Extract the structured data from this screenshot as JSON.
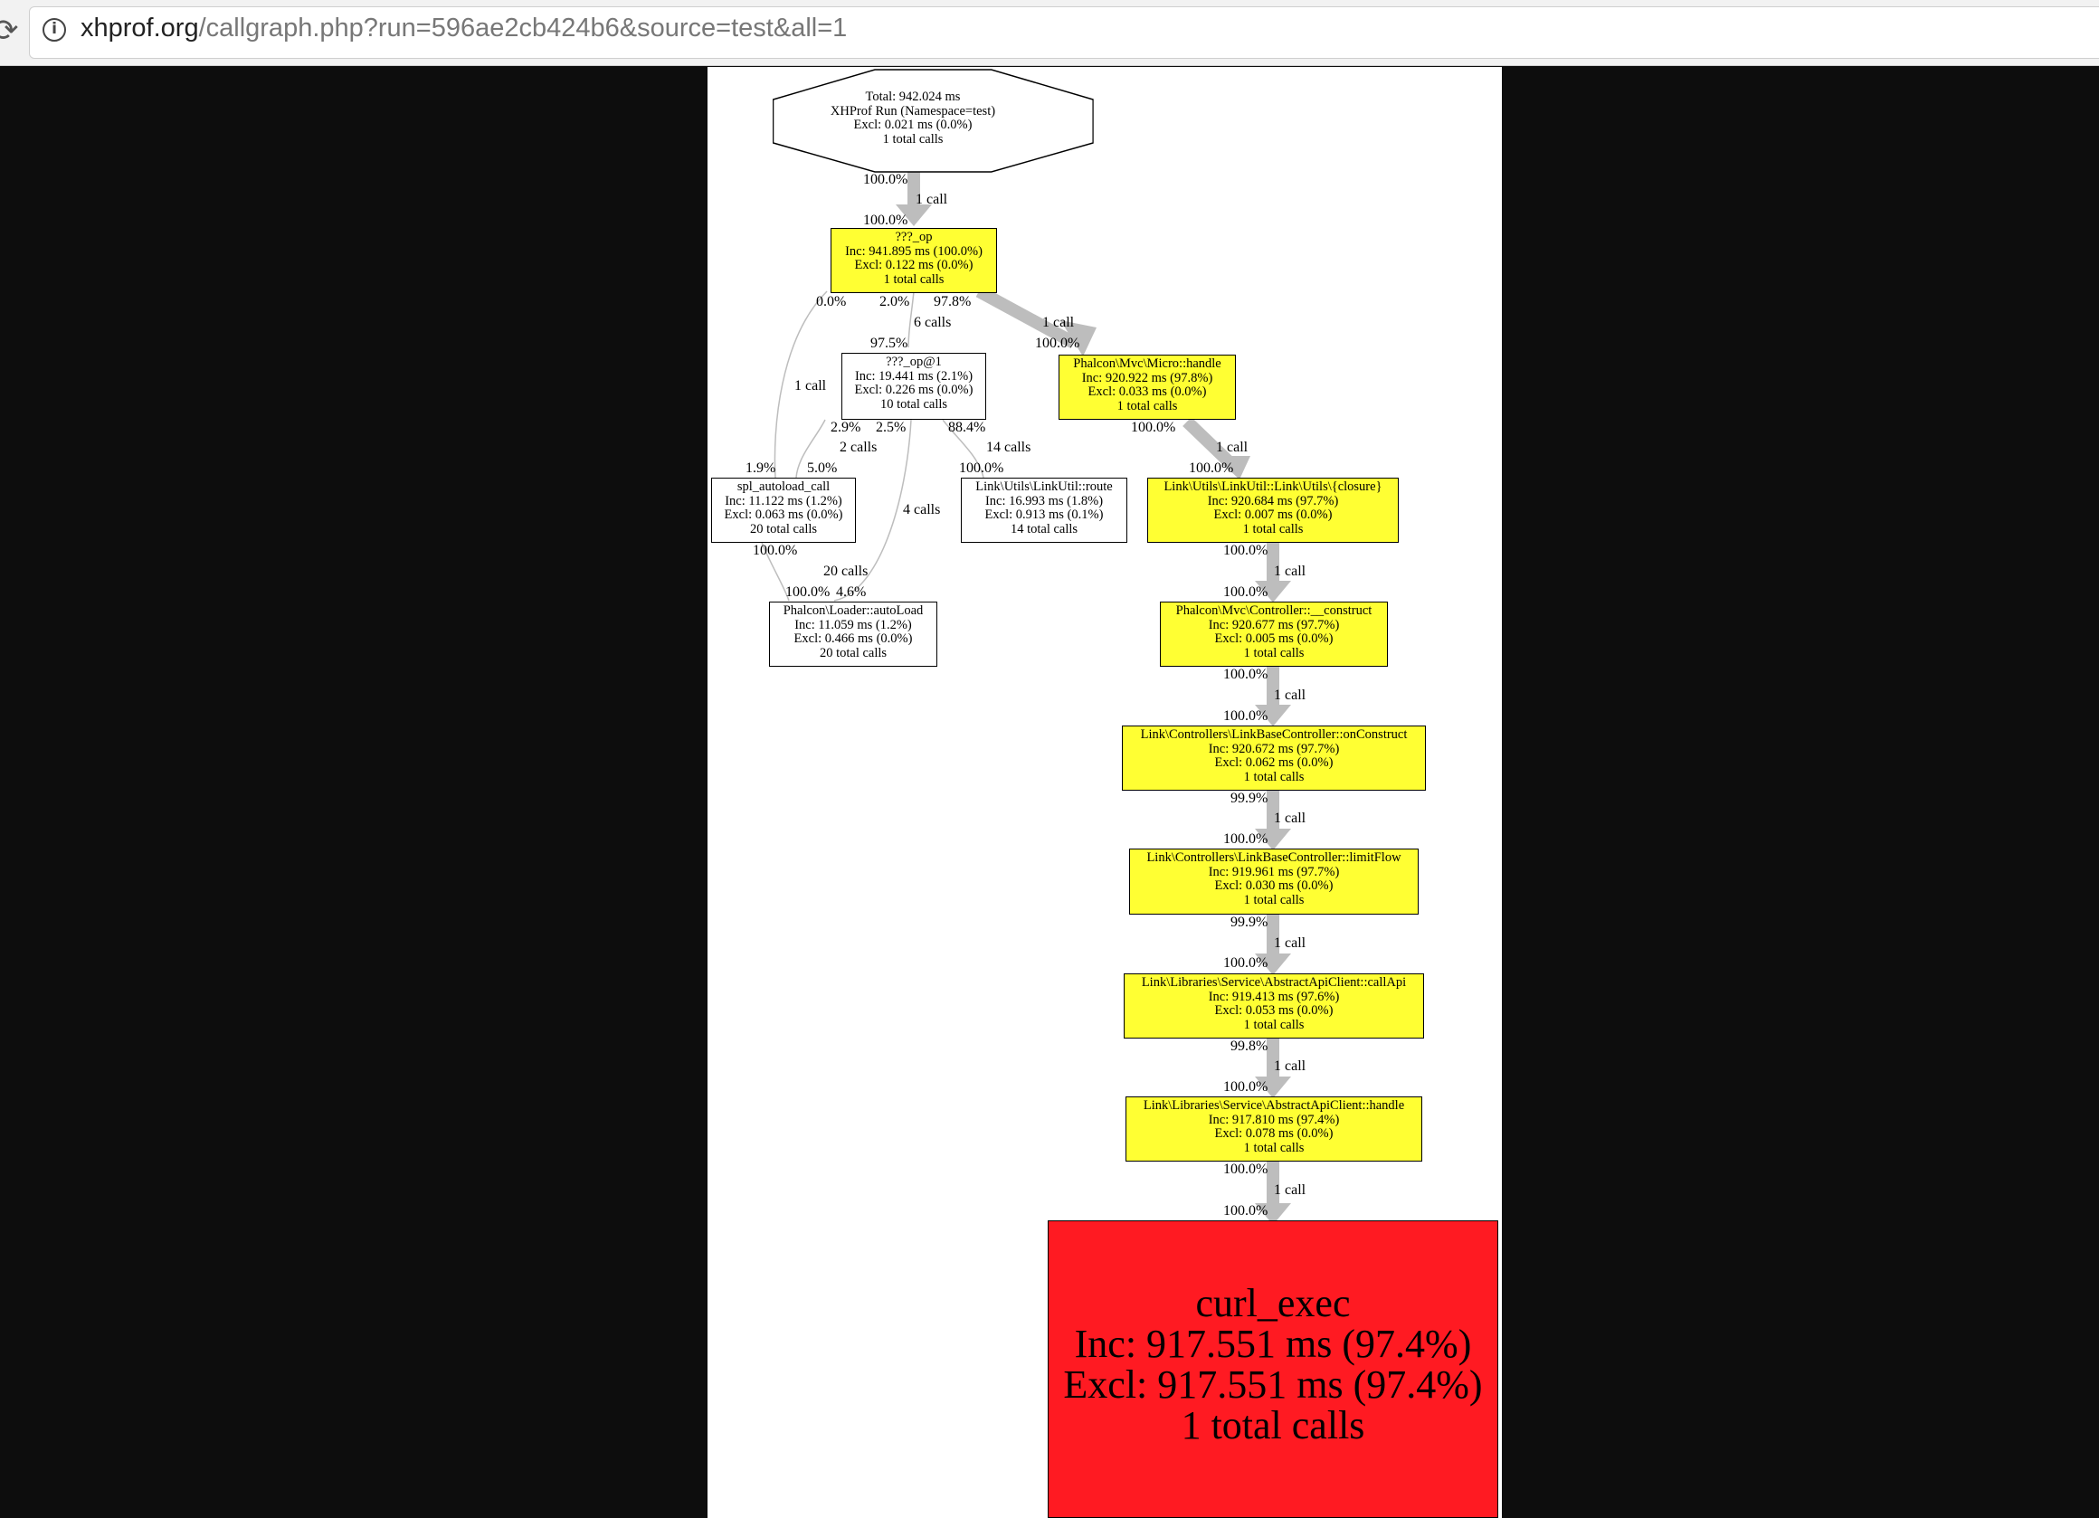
{
  "browser": {
    "url_host": "xhprof.org",
    "url_path": "/callgraph.php?run=596ae2cb424b6&source=test&all=1"
  },
  "graph": {
    "root": [
      "Total: 942.024 ms",
      "XHProf Run (Namespace=test)",
      "Excl: 0.021 ms (0.0%)",
      "1 total calls"
    ],
    "nodes": {
      "op": [
        "???_op",
        "Inc: 941.895 ms (100.0%)",
        "Excl: 0.122 ms (0.0%)",
        "1 total calls"
      ],
      "op1": [
        "???_op@1",
        "Inc: 19.441 ms (2.1%)",
        "Excl: 0.226 ms (0.0%)",
        "10 total calls"
      ],
      "micro_handle": [
        "Phalcon\\Mvc\\Micro::handle",
        "Inc: 920.922 ms (97.8%)",
        "Excl: 0.033 ms (0.0%)",
        "1 total calls"
      ],
      "spl_autoload": [
        "spl_autoload_call",
        "Inc: 11.122 ms (1.2%)",
        "Excl: 0.063 ms (0.0%)",
        "20 total calls"
      ],
      "route": [
        "Link\\Utils\\LinkUtil::route",
        "Inc: 16.993 ms (1.8%)",
        "Excl: 0.913 ms (0.1%)",
        "14 total calls"
      ],
      "closure": [
        "Link\\Utils\\LinkUtil::Link\\Utils\\{closure}",
        "Inc: 920.684 ms (97.7%)",
        "Excl: 0.007 ms (0.0%)",
        "1 total calls"
      ],
      "autoload": [
        "Phalcon\\Loader::autoLoad",
        "Inc: 11.059 ms (1.2%)",
        "Excl: 0.466 ms (0.0%)",
        "20 total calls"
      ],
      "construct": [
        "Phalcon\\Mvc\\Controller::__construct",
        "Inc: 920.677 ms (97.7%)",
        "Excl: 0.005 ms (0.0%)",
        "1 total calls"
      ],
      "onconstruct": [
        "Link\\Controllers\\LinkBaseController::onConstruct",
        "Inc: 920.672 ms (97.7%)",
        "Excl: 0.062 ms (0.0%)",
        "1 total calls"
      ],
      "limitflow": [
        "Link\\Controllers\\LinkBaseController::limitFlow",
        "Inc: 919.961 ms (97.7%)",
        "Excl: 0.030 ms (0.0%)",
        "1 total calls"
      ],
      "callapi": [
        "Link\\Libraries\\Service\\AbstractApiClient::callApi",
        "Inc: 919.413 ms (97.6%)",
        "Excl: 0.053 ms (0.0%)",
        "1 total calls"
      ],
      "apihandle": [
        "Link\\Libraries\\Service\\AbstractApiClient::handle",
        "Inc: 917.810 ms (97.4%)",
        "Excl: 0.078 ms (0.0%)",
        "1 total calls"
      ],
      "curl_exec": [
        "curl_exec",
        "Inc: 917.551 ms (97.4%)",
        "Excl: 917.551 ms (97.4%)",
        "1 total calls"
      ]
    },
    "labels": {
      "l1": "100.0%",
      "l2": "1 call",
      "l3": "100.0%",
      "l4": "0.0%",
      "l5": "2.0%",
      "l6": "97.8%",
      "l7": "6 calls",
      "l8": "1 call",
      "l9": "97.5%",
      "l10": "100.0%",
      "l11": "1 call",
      "l12": "2.9%",
      "l13": "2.5%",
      "l14": "88.4%",
      "l15": "2 calls",
      "l16": "14 calls",
      "l17": "100.0%",
      "l18": "1 call",
      "l19": "1.9%",
      "l20": "5.0%",
      "l21": "100.0%",
      "l22": "100.0%",
      "l23": "4 calls",
      "l24": "100.0%",
      "l25": "100.0%",
      "l26": "1 call",
      "l27": "20 calls",
      "l28": "100.0%",
      "l29": "4.6%",
      "l30": "100.0%",
      "l31": "100.0%",
      "l32": "1 call",
      "l33": "100.0%",
      "l34": "99.9%",
      "l35": "1 call",
      "l36": "100.0%",
      "l37": "99.9%",
      "l38": "1 call",
      "l39": "100.0%",
      "l40": "99.8%",
      "l41": "1 call",
      "l42": "100.0%",
      "l43": "100.0%",
      "l44": "1 call",
      "l45": "100.0%"
    }
  }
}
